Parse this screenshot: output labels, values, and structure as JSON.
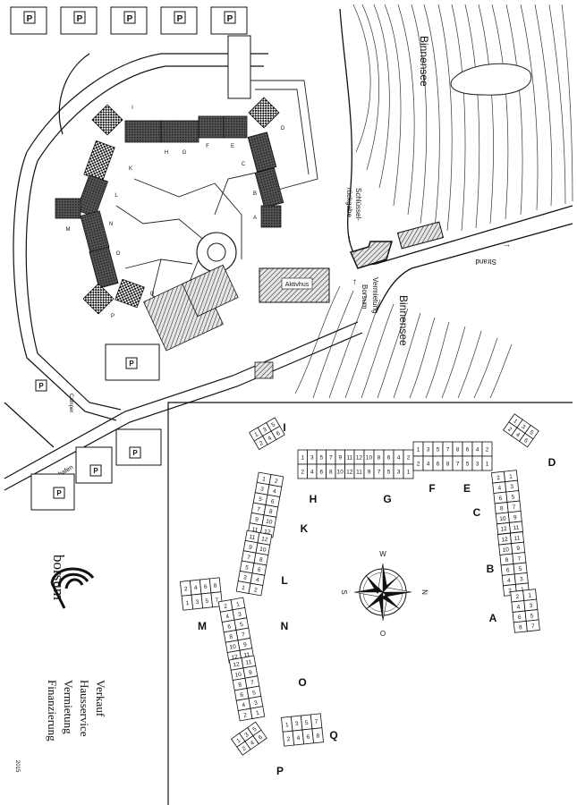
{
  "overview_map": {
    "lake_north": "Binnensee",
    "lake_south": "Binnensee",
    "beach": "Strand",
    "key_return": [
      "Schlüssel-",
      "rückgabe"
    ],
    "rental_office": [
      "Vermietung",
      "Borsum"
    ],
    "activity_house": "Aktivhus",
    "camper": "Camper",
    "road": "Heiligenhafen",
    "parking": "P",
    "block_letters": [
      "I",
      "D",
      "H",
      "G",
      "F",
      "E",
      "C",
      "K",
      "L",
      "B",
      "A",
      "M",
      "N",
      "O",
      "Q",
      "P"
    ]
  },
  "detail_plan": {
    "block_labels": [
      "I",
      "D",
      "H",
      "G",
      "F",
      "E",
      "C",
      "K",
      "L",
      "B",
      "A",
      "M",
      "N",
      "O",
      "Q",
      "P"
    ],
    "compass": {
      "north": "N",
      "south": "S",
      "west": "W",
      "east": "O"
    },
    "house_numbers": {
      "I": [
        "1",
        "2",
        "3",
        "4",
        "5",
        "6"
      ],
      "H_top": [
        "1",
        "3",
        "5",
        "7",
        "9",
        "11"
      ],
      "H_bottom": [
        "2",
        "4",
        "6",
        "8",
        "10",
        "12"
      ],
      "G_top": [
        "12",
        "10",
        "8",
        "6",
        "4",
        "2"
      ],
      "G_bottom": [
        "11",
        "9",
        "7",
        "5",
        "3",
        "1"
      ],
      "F_top": [
        "1",
        "3",
        "5",
        "7"
      ],
      "F_bottom": [
        "2",
        "4",
        "6",
        "8"
      ],
      "E_top": [
        "8",
        "6",
        "4",
        "2"
      ],
      "E_bottom": [
        "7",
        "5",
        "3",
        "1"
      ],
      "D": [
        "1",
        "2",
        "3",
        "4",
        "5",
        "6"
      ],
      "C_left": [
        "2",
        "4",
        "6",
        "8",
        "10",
        "12"
      ],
      "C_right": [
        "1",
        "3",
        "5",
        "7",
        "9",
        "11"
      ],
      "B_left": [
        "12",
        "10",
        "8",
        "6",
        "4",
        "2"
      ],
      "B_right": [
        "11",
        "9",
        "7",
        "5",
        "3",
        "1"
      ],
      "A_left": [
        "2",
        "4",
        "6",
        "8"
      ],
      "A_right": [
        "1",
        "3",
        "5",
        "7"
      ],
      "K_left": [
        "1",
        "3",
        "5",
        "7",
        "9",
        "11"
      ],
      "K_right": [
        "2",
        "4",
        "6",
        "8",
        "10",
        "12"
      ],
      "L_left": [
        "11",
        "9",
        "7",
        "5",
        "3",
        "1"
      ],
      "L_right": [
        "12",
        "10",
        "8",
        "6",
        "4",
        "2"
      ],
      "M_top": [
        "2",
        "4",
        "6",
        "8"
      ],
      "M_bottom": [
        "1",
        "3",
        "5",
        "7"
      ],
      "N_left": [
        "2",
        "4",
        "6",
        "8",
        "10",
        "12"
      ],
      "N_right": [
        "1",
        "3",
        "5",
        "7",
        "9",
        "11"
      ],
      "O_left": [
        "12",
        "10",
        "8",
        "6",
        "4",
        "2"
      ],
      "O_right": [
        "11",
        "9",
        "7",
        "5",
        "3",
        "1"
      ],
      "Q_top": [
        "1",
        "3",
        "5",
        "7"
      ],
      "Q_bottom": [
        "2",
        "4",
        "6",
        "8"
      ],
      "P": [
        "1",
        "2",
        "3",
        "4",
        "5",
        "6"
      ]
    }
  },
  "branding": {
    "logo_text": "borsum",
    "services": [
      "Verkauf",
      "Hausservice",
      "Vermietung",
      "Finanzierung"
    ],
    "footnote": "2015"
  }
}
